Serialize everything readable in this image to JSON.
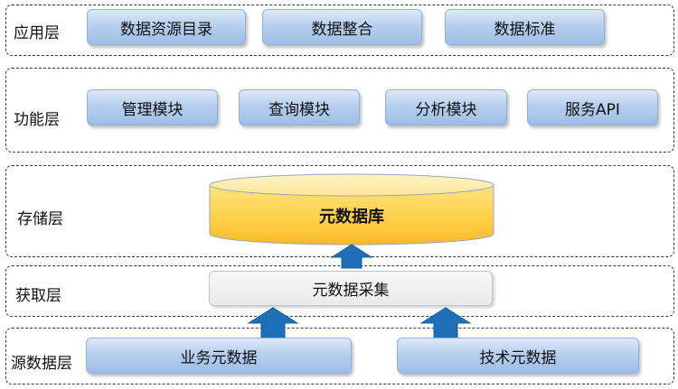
{
  "layers": {
    "application": {
      "label": "应用层",
      "items": [
        "数据资源目录",
        "数据整合",
        "数据标准"
      ]
    },
    "function": {
      "label": "功能层",
      "items": [
        "管理模块",
        "查询模块",
        "分析模块",
        "服务API"
      ]
    },
    "storage": {
      "label": "存储层",
      "database": "元数据库"
    },
    "acquisition": {
      "label": "获取层",
      "collector": "元数据采集"
    },
    "source": {
      "label": "源数据层",
      "items": [
        "业务元数据",
        "技术元数据"
      ]
    }
  },
  "colors": {
    "pill_fill": "#b7cfee",
    "database_fill": "#ffd85c",
    "arrow": "#1f6fb8"
  }
}
